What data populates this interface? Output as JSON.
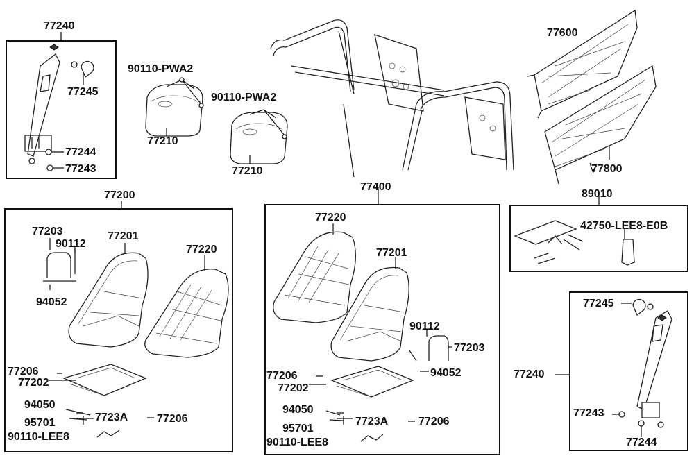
{
  "groups": {
    "belt_top": "77240",
    "seat_left": "77200",
    "seat_mid": "77400",
    "tool_kit": "89010",
    "belt_right": "77240"
  },
  "labels": {
    "belt_bolt_cap_1": "77245",
    "belt_washer_1": "77244",
    "belt_bolt_1": "77243",
    "headrest_screw_1": "90110-PWA2",
    "headrest_1": "77210",
    "headrest_screw_2": "90110-PWA2",
    "headrest_2": "77210",
    "door_net_top": "77600",
    "door_net_bottom": "77800",
    "left_bracket": "77203",
    "left_bolt": "90112",
    "left_seat_a": "77201",
    "left_seat_b": "77220",
    "left_nut": "94052",
    "left_clip": "77206",
    "left_slider": "77202",
    "left_spring": "94050",
    "left_bush": "95701",
    "left_lever": "7723A",
    "left_clip_2": "77206",
    "left_cable": "90110-LEE8",
    "mid_seat_b": "77220",
    "mid_seat_a": "77201",
    "mid_bolt": "90112",
    "mid_bracket": "77203",
    "mid_nut": "94052",
    "mid_clip": "77206",
    "mid_slider": "77202",
    "mid_spring": "94050",
    "mid_bush": "95701",
    "mid_lever": "7723A",
    "mid_clip_2": "77206",
    "mid_cable": "90110-LEE8",
    "tool_item": "42750-LEE8-E0B",
    "belt_bolt_cap_2": "77245",
    "belt_bolt_2": "77243",
    "belt_washer_2": "77244"
  }
}
